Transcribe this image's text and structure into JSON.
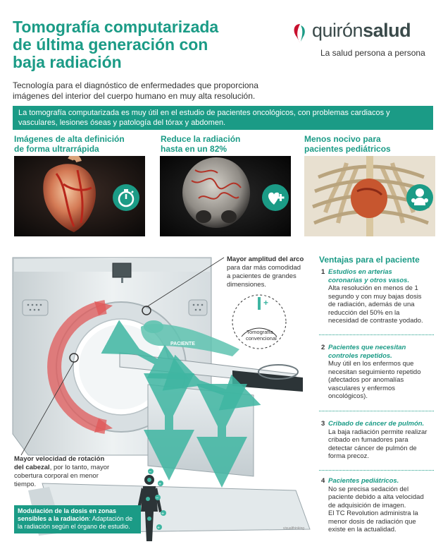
{
  "header": {
    "title_lines": [
      "Tomografía computarizada",
      "de última generación con",
      "baja radiación"
    ],
    "subtitle_lines": [
      "Tecnología para el diagnóstico de enfermedades que proporciona",
      "imágenes del interior del cuerpo humano en muy alta resolución."
    ]
  },
  "logo": {
    "word_light": "quirón",
    "word_bold": "salud",
    "tagline": "La salud persona a persona"
  },
  "banner": {
    "lines": [
      "La tomografía computarizada es muy útil en el estudio de pacientes oncológicos, con problemas cardiacos y",
      "vasculares, lesiones óseas y patología del tórax y abdomen."
    ]
  },
  "features": [
    {
      "title_lines": [
        "Imágenes de alta definición",
        "de forma ultrarrápida"
      ],
      "icon": "stopwatch-icon"
    },
    {
      "title_lines": [
        "Reduce la radiación",
        "hasta en un 82%"
      ],
      "icon": "heart-plus-icon"
    },
    {
      "title_lines": [
        "Menos nocivo para",
        "pacientes pediátricos"
      ],
      "icon": "baby-icon"
    }
  ],
  "scanner": {
    "patient_label": "PACIENTE",
    "gap_callout_bold": "Mayor amplitud del arco",
    "gap_callout_lines": [
      "para dar más comodidad",
      "a pacientes de grandes",
      "dimensiones."
    ],
    "conventional_label_lines": [
      "Tomografía",
      "convencional"
    ],
    "speed_callout_bold_lines": [
      "Mayor velocidad de rotación",
      "del cabezal"
    ],
    "speed_callout_tail": ", por lo tanto, mayor",
    "speed_callout_lines": [
      "cobertura corporal en menor",
      "tiempo."
    ],
    "credit": "visualthinking"
  },
  "dose": {
    "bold_lines": [
      "Modulación de la dosis en zonas",
      "sensibles a la radiación"
    ],
    "tail": ": Adaptación de",
    "lines": [
      "la radiación según el órgano de estudio."
    ]
  },
  "advantages": {
    "title": "Ventajas para el paciente",
    "items": [
      {
        "num": "1",
        "head_lines": [
          "Estudios en arterias",
          "coronarias y otros vasos."
        ],
        "body_lines": [
          "Alta resolución en menos de 1",
          "segundo y con muy bajas dosis",
          "de radiación, además de una",
          "reducción del 50% en la",
          "necesidad de contraste yodado."
        ]
      },
      {
        "num": "2",
        "head_lines": [
          "Pacientes que necesitan",
          "controles repetidos."
        ],
        "body_lines": [
          "Muy útil en los enfermos que",
          "necesitan seguimiento repetido",
          "(afectados por anomalías",
          "vasculares y enfermos",
          "oncológicos)."
        ]
      },
      {
        "num": "3",
        "head_lines": [
          "Cribado de cáncer de pulmón."
        ],
        "body_lines": [
          "La baja radiación permite realizar",
          "cribado en fumadores para",
          "detectar cáncer de pulmón de",
          "forma precoz."
        ]
      },
      {
        "num": "4",
        "head_lines": [
          "Pacientes pediátricos."
        ],
        "body_lines": [
          "No se precisa sedación del",
          "paciente debido a alta velocidad",
          "de adquisición de imagen.",
          "El TC Revolution administra la",
          "menor dosis de radiación que",
          "existe en la actualidad."
        ]
      }
    ]
  },
  "colors": {
    "accent": "#1b9b86",
    "logo_red": "#c8102e",
    "arrow_red": "#e05a5a"
  }
}
